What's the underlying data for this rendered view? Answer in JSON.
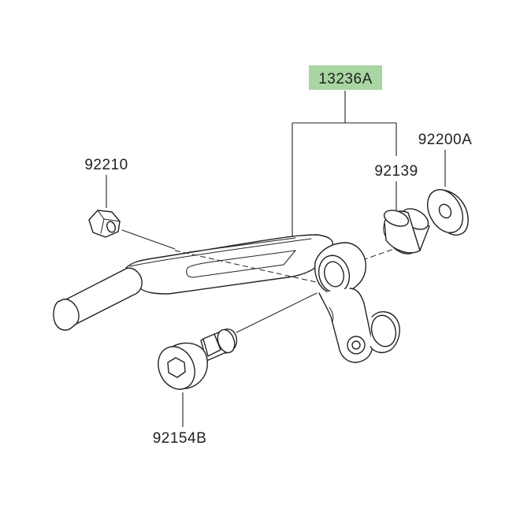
{
  "parts": {
    "assembly": {
      "number": "13236A",
      "highlight_color": "#a8d5a2"
    },
    "nut": {
      "number": "92210"
    },
    "washer": {
      "number": "92200A"
    },
    "collar": {
      "number": "92139"
    },
    "bolt": {
      "number": "92154B"
    }
  },
  "colors": {
    "line": "#222222",
    "background": "#ffffff"
  }
}
